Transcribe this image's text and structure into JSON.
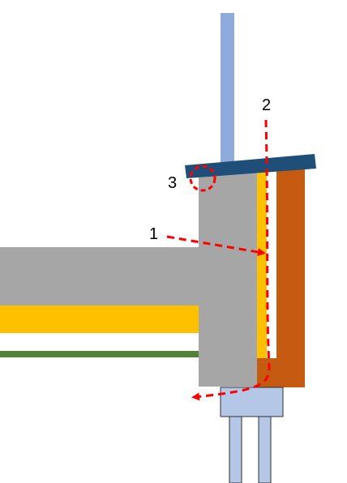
{
  "diagram": {
    "labels": {
      "one": "1",
      "two": "2",
      "three": "3"
    },
    "colors": {
      "concrete": "#a6a6a6",
      "insulation": "#ffc000",
      "membrane": "#548235",
      "cladding": "#c55a11",
      "cap": "#1f4e79",
      "post": "#8faadc",
      "support": "#b4c7e7",
      "arrow": "#ff0000",
      "white_gap": "#ffffff"
    }
  }
}
